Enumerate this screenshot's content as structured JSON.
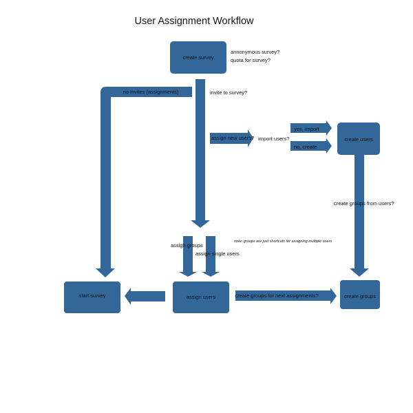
{
  "title": "User Assignment Workflow",
  "colors": {
    "shape": "#336699",
    "text": "#111111",
    "background": "#ffffff"
  },
  "nodes": {
    "create_survey": "create survey",
    "create_users": "create users",
    "start_survey": "start survey",
    "assign_users": "assign users",
    "create_groups": "create groups"
  },
  "labels": {
    "anonymous": "annonymous survey?",
    "quota": "quota for survey?",
    "invite": "invite to survey?",
    "no_invites": "no invites (assignments)",
    "assign_new_users": "assign new users?",
    "import_users": "import users?",
    "yes_import": "yes, import",
    "no_create": "no, create",
    "create_groups_from_users": "create groups from users?",
    "note": "note: groups are just shortcuts for assigning multiple users",
    "assign_groups": "assign groups",
    "assign_single_users": "assign single users",
    "create_groups_next": "create groups for next assignments?"
  }
}
